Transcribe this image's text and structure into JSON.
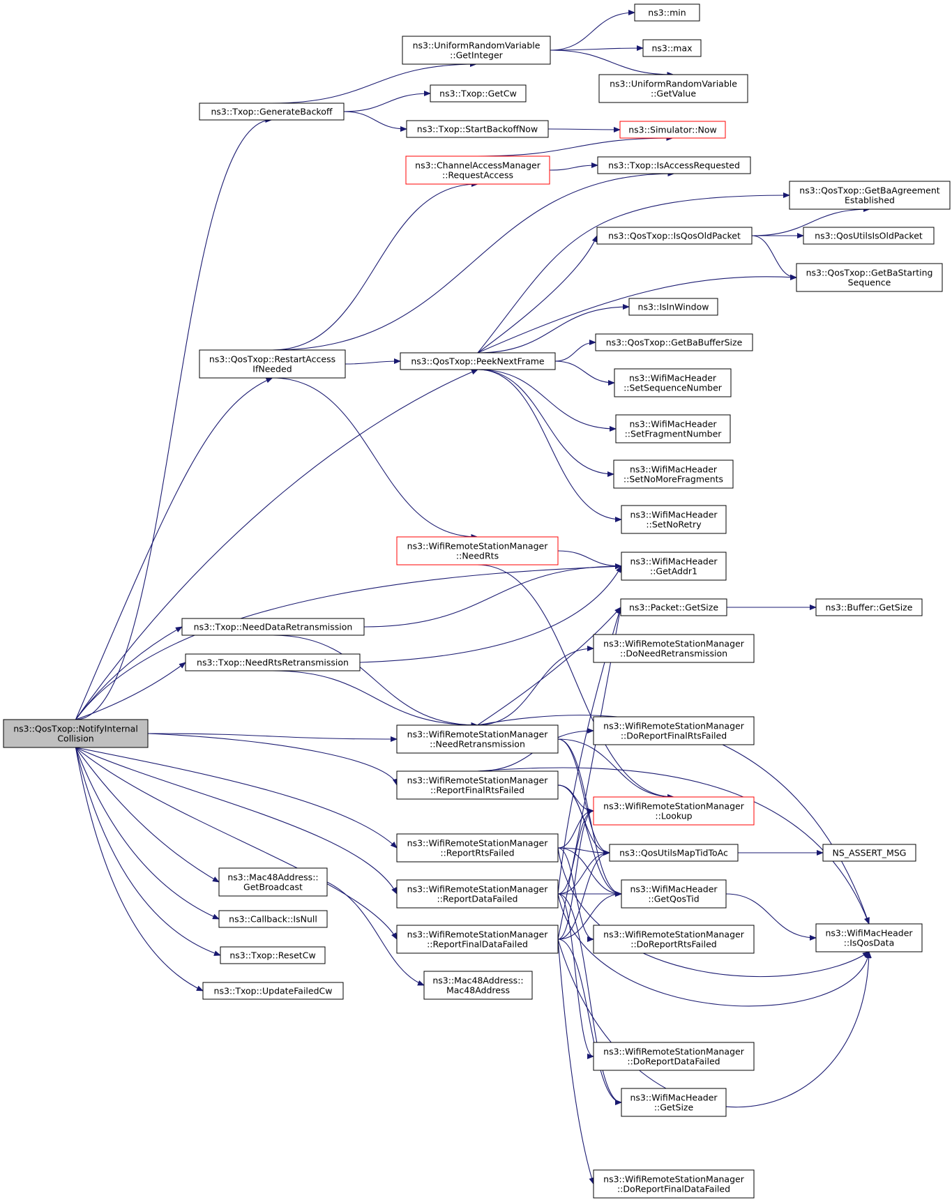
{
  "colors": {
    "edge": "#191970",
    "node_border": "#000000",
    "node_border_incomplete": "#ff0000",
    "root_fill": "#bfbfbf",
    "node_fill": "#ffffff"
  },
  "nodes": {
    "root": {
      "lines": [
        "ns3::QosTxop::NotifyInternal",
        "Collision"
      ]
    },
    "genBackoff": {
      "lines": [
        "ns3::Txop::GenerateBackoff"
      ]
    },
    "getInteger": {
      "lines": [
        "ns3::UniformRandomVariable",
        "::GetInteger"
      ]
    },
    "min": {
      "lines": [
        "ns3::min"
      ]
    },
    "max": {
      "lines": [
        "ns3::max"
      ]
    },
    "getValue": {
      "lines": [
        "ns3::UniformRandomVariable",
        "::GetValue"
      ]
    },
    "getCw": {
      "lines": [
        "ns3::Txop::GetCw"
      ]
    },
    "startBackoff": {
      "lines": [
        "ns3::Txop::StartBackoffNow"
      ]
    },
    "simNow": {
      "lines": [
        "ns3::Simulator::Now"
      ]
    },
    "requestAccess": {
      "lines": [
        "ns3::ChannelAccessManager",
        "::RequestAccess"
      ]
    },
    "isAccessRequested": {
      "lines": [
        "ns3::Txop::IsAccessRequested"
      ]
    },
    "getBaAgreement": {
      "lines": [
        "ns3::QosTxop::GetBaAgreement",
        "Established"
      ]
    },
    "isQosOldPacket": {
      "lines": [
        "ns3::QosTxop::IsQosOldPacket"
      ]
    },
    "qosUtilsIsOld": {
      "lines": [
        "ns3::QosUtilsIsOldPacket"
      ]
    },
    "getBaStarting": {
      "lines": [
        "ns3::QosTxop::GetBaStarting",
        "Sequence"
      ]
    },
    "restartAccess": {
      "lines": [
        "ns3::QosTxop::RestartAccess",
        "IfNeeded"
      ]
    },
    "peekNext": {
      "lines": [
        "ns3::QosTxop::PeekNextFrame"
      ]
    },
    "isInWindow": {
      "lines": [
        "ns3::IsInWindow"
      ]
    },
    "getBaBuffer": {
      "lines": [
        "ns3::QosTxop::GetBaBufferSize"
      ]
    },
    "setSeq": {
      "lines": [
        "ns3::WifiMacHeader",
        "::SetSequenceNumber"
      ]
    },
    "setFrag": {
      "lines": [
        "ns3::WifiMacHeader",
        "::SetFragmentNumber"
      ]
    },
    "setNoMore": {
      "lines": [
        "ns3::WifiMacHeader",
        "::SetNoMoreFragments"
      ]
    },
    "setNoRetry": {
      "lines": [
        "ns3::WifiMacHeader",
        "::SetNoRetry"
      ]
    },
    "needRts": {
      "lines": [
        "ns3::WifiRemoteStationManager",
        "::NeedRts"
      ]
    },
    "getAddr1": {
      "lines": [
        "ns3::WifiMacHeader",
        "::GetAddr1"
      ]
    },
    "needDataRetx": {
      "lines": [
        "ns3::Txop::NeedDataRetransmission"
      ]
    },
    "needRtsRetx": {
      "lines": [
        "ns3::Txop::NeedRtsRetransmission"
      ]
    },
    "pktGetSize": {
      "lines": [
        "ns3::Packet::GetSize"
      ]
    },
    "bufGetSize": {
      "lines": [
        "ns3::Buffer::GetSize"
      ]
    },
    "doNeedRetx": {
      "lines": [
        "ns3::WifiRemoteStationManager",
        "::DoNeedRetransmission"
      ]
    },
    "needRetx": {
      "lines": [
        "ns3::WifiRemoteStationManager",
        "::NeedRetransmission"
      ]
    },
    "doRepFinalRts": {
      "lines": [
        "ns3::WifiRemoteStationManager",
        "::DoReportFinalRtsFailed"
      ]
    },
    "repFinalRts": {
      "lines": [
        "ns3::WifiRemoteStationManager",
        "::ReportFinalRtsFailed"
      ]
    },
    "lookup": {
      "lines": [
        "ns3::WifiRemoteStationManager",
        "::Lookup"
      ]
    },
    "repRts": {
      "lines": [
        "ns3::WifiRemoteStationManager",
        "::ReportRtsFailed"
      ]
    },
    "mapTid": {
      "lines": [
        "ns3::QosUtilsMapTidToAc"
      ]
    },
    "assert": {
      "lines": [
        "NS_ASSERT_MSG"
      ]
    },
    "getBroadcast": {
      "lines": [
        "ns3::Mac48Address::",
        "GetBroadcast"
      ]
    },
    "repData": {
      "lines": [
        "ns3::WifiRemoteStationManager",
        "::ReportDataFailed"
      ]
    },
    "getQosTid": {
      "lines": [
        "ns3::WifiMacHeader",
        "::GetQosTid"
      ]
    },
    "isNull": {
      "lines": [
        "ns3::Callback::IsNull"
      ]
    },
    "repFinalData": {
      "lines": [
        "ns3::WifiRemoteStationManager",
        "::ReportFinalDataFailed"
      ]
    },
    "doRepRts": {
      "lines": [
        "ns3::WifiRemoteStationManager",
        "::DoReportRtsFailed"
      ]
    },
    "isQosData": {
      "lines": [
        "ns3::WifiMacHeader",
        "::IsQosData"
      ]
    },
    "resetCw": {
      "lines": [
        "ns3::Txop::ResetCw"
      ]
    },
    "mac48": {
      "lines": [
        "ns3::Mac48Address::",
        "Mac48Address"
      ]
    },
    "updateFailedCw": {
      "lines": [
        "ns3::Txop::UpdateFailedCw"
      ]
    },
    "doRepData": {
      "lines": [
        "ns3::WifiRemoteStationManager",
        "::DoReportDataFailed"
      ]
    },
    "hdrGetSize": {
      "lines": [
        "ns3::WifiMacHeader",
        "::GetSize"
      ]
    },
    "doRepFinalData": {
      "lines": [
        "ns3::WifiRemoteStationManager",
        "::DoReportFinalDataFailed"
      ]
    }
  }
}
